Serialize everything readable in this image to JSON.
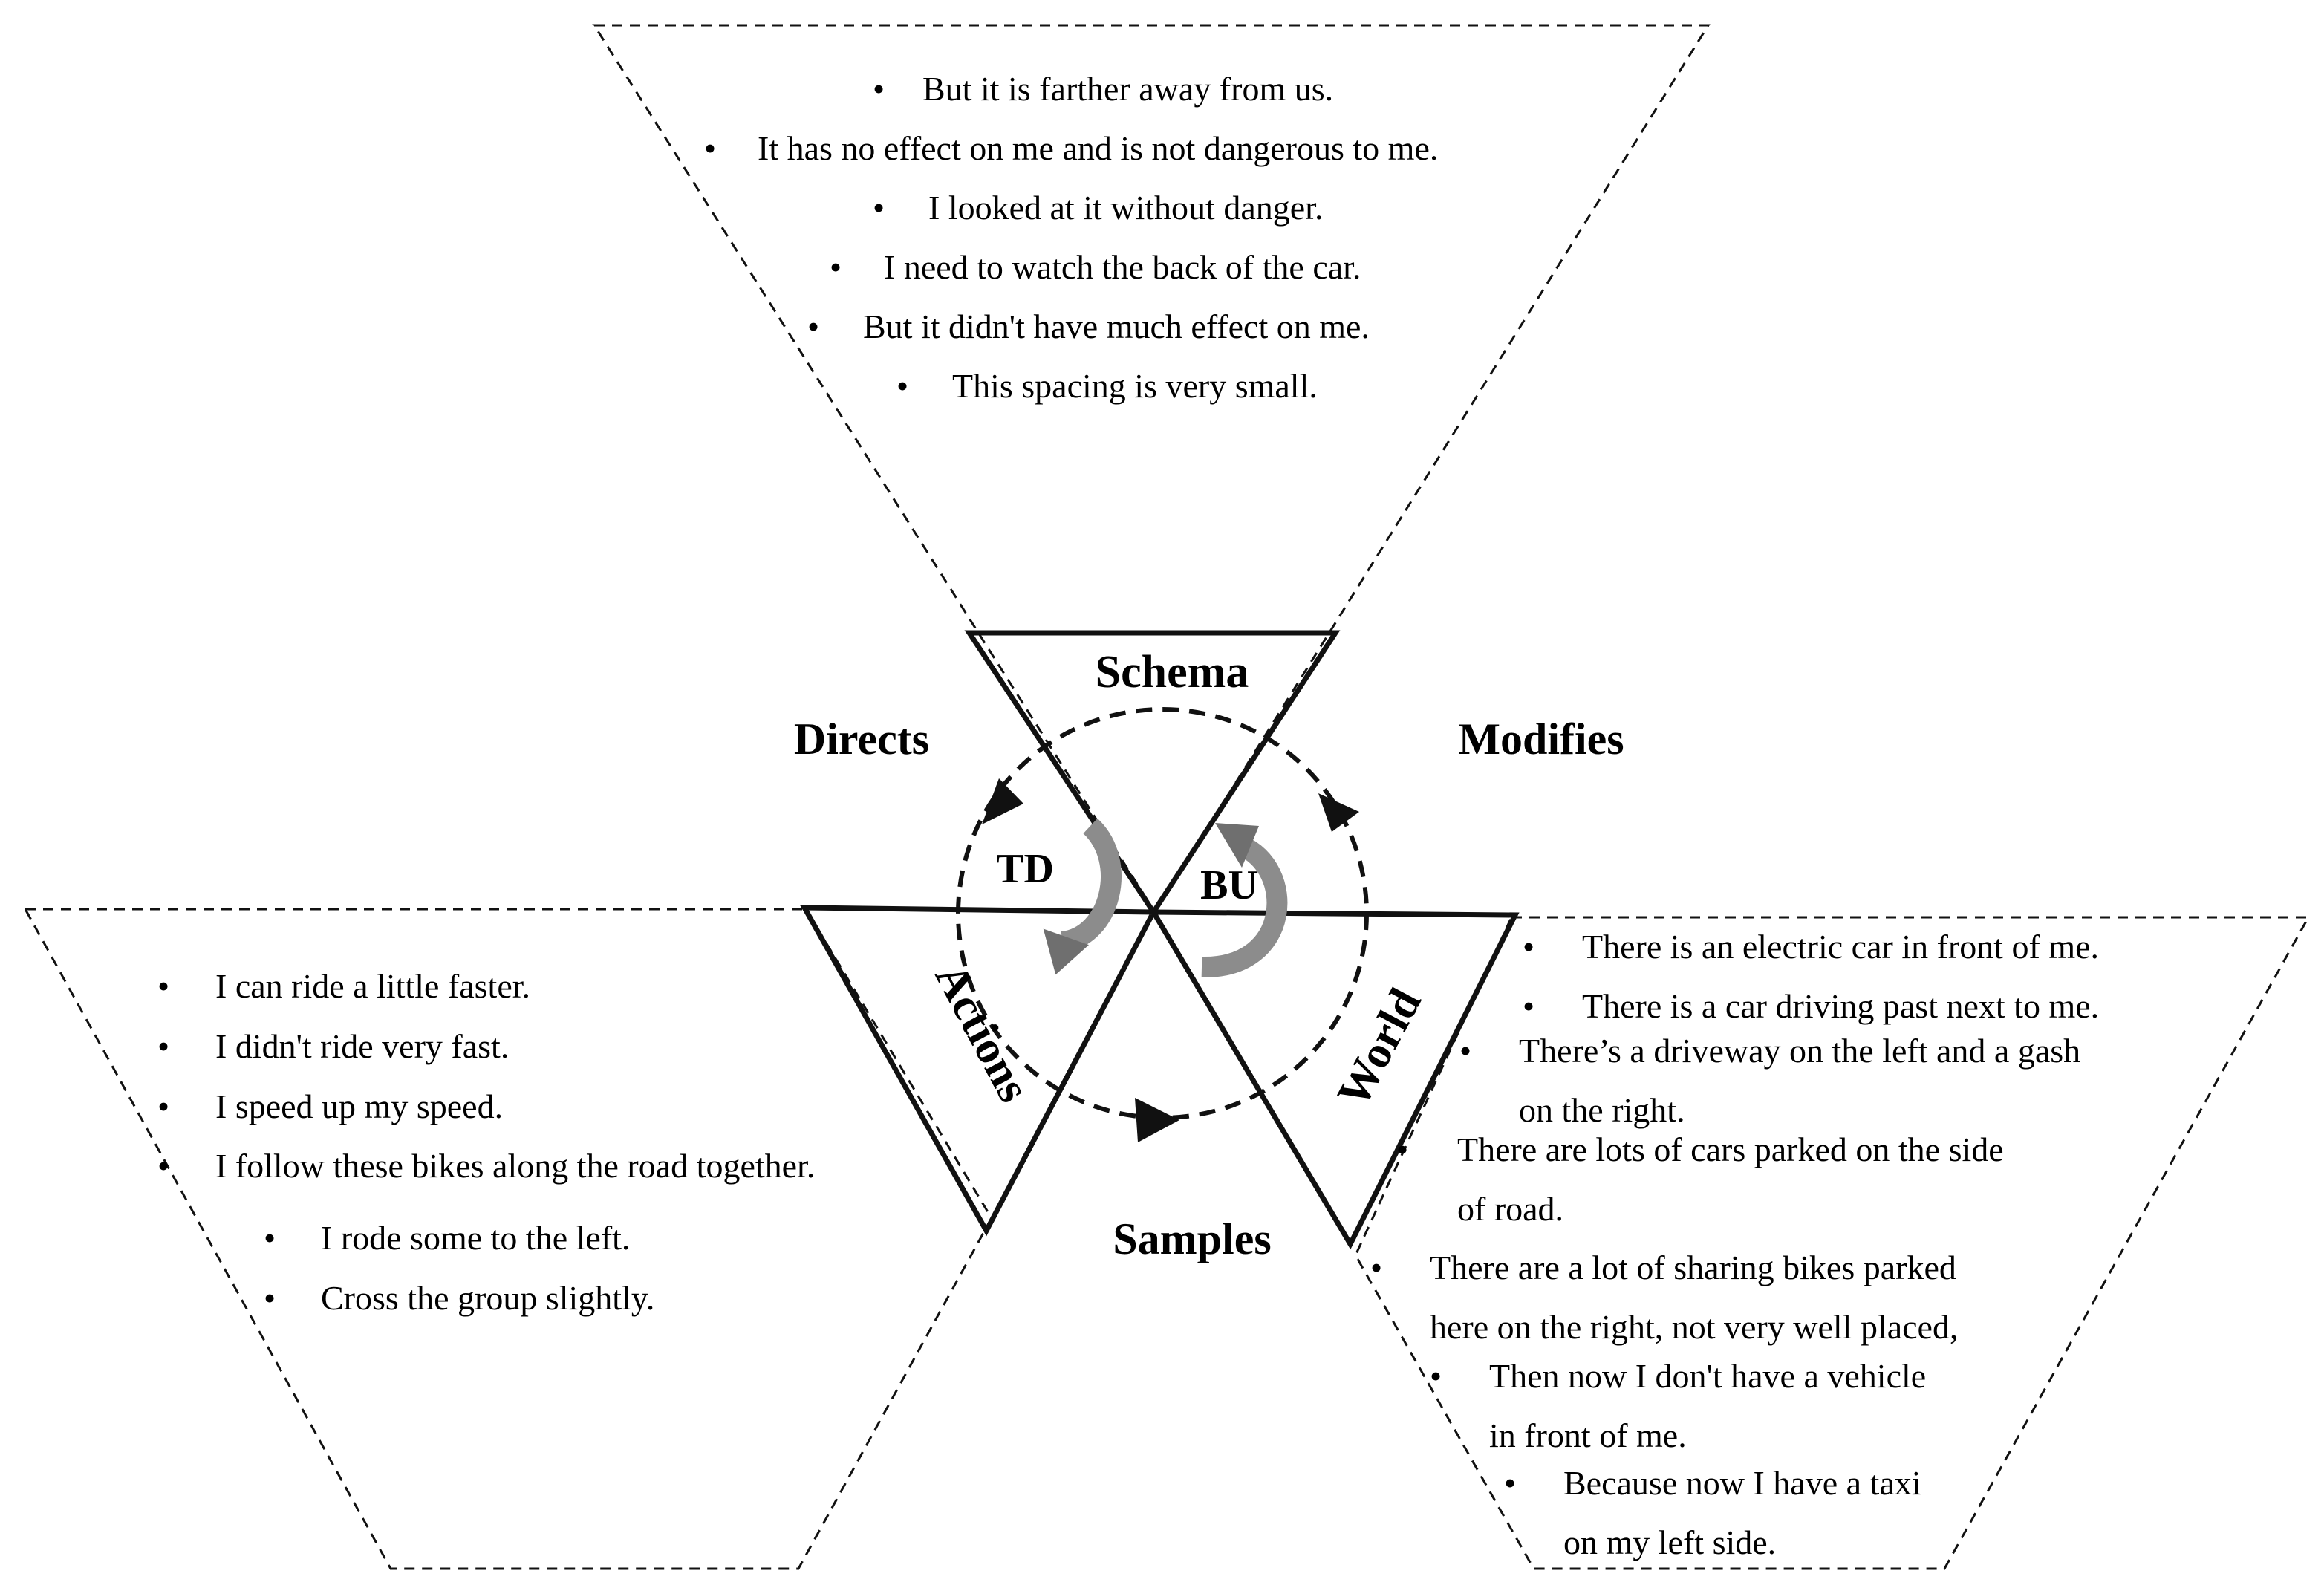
{
  "schema": {
    "label": "Schema",
    "statements": [
      "But it is farther away from us.",
      "It has no effect on me and is not dangerous to me.",
      "I looked at it without danger.",
      "I need to watch the back of the car.",
      "But it didn't have much effect on me.",
      "This spacing is very small."
    ]
  },
  "actions": {
    "label": "Actions",
    "statements": [
      "I can ride a little faster.",
      "I didn't ride very fast.",
      "I speed up my speed.",
      "I follow these bikes along the road together.",
      "I rode some to the left.",
      "Cross the group slightly."
    ]
  },
  "world": {
    "label": "World",
    "statements": [
      [
        "There is an electric car in front of me."
      ],
      [
        "There is a car driving past next to me."
      ],
      [
        "There’s a driveway on the left and a gash",
        "on the right."
      ],
      [
        "There are lots of cars parked on the side",
        "of road."
      ],
      [
        "There are a lot of sharing bikes parked",
        "here on the right, not very well placed,"
      ],
      [
        "Then now I don't have a vehicle",
        "in front of me."
      ],
      [
        "Because now I have a taxi",
        "on my left side."
      ]
    ]
  },
  "cycle": {
    "directs": "Directs",
    "modifies": "Modifies",
    "samples": "Samples",
    "td": "TD",
    "bu": "BU"
  },
  "bullet_char": "•",
  "colors": {
    "line": "#111111",
    "arrow_gray": "#8c8c8c",
    "arrow_gray_dark": "#6f6f6f"
  }
}
